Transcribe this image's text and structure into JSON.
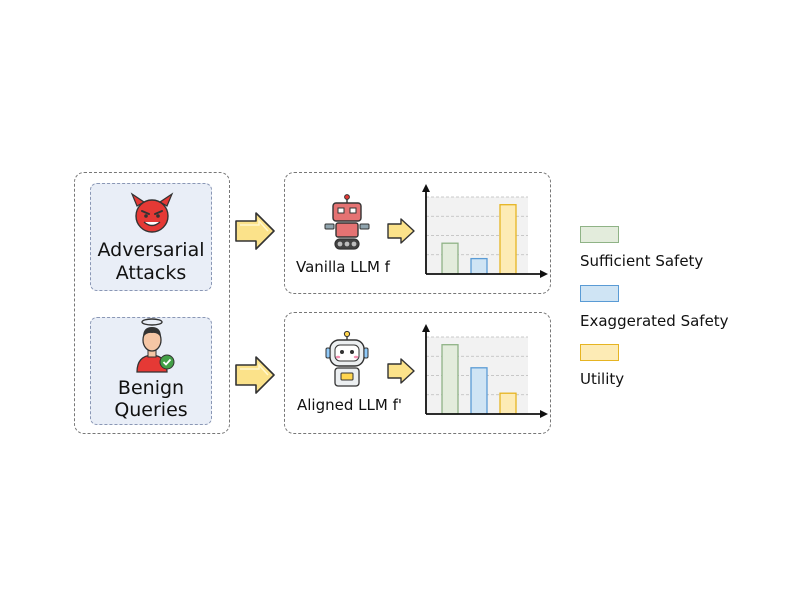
{
  "inputs": {
    "adversarial": {
      "line1": "Adversarial",
      "line2": "Attacks",
      "icon": "devil-face-icon"
    },
    "benign": {
      "line1": "Benign",
      "line2": "Queries",
      "icon": "person-halo-check-icon"
    }
  },
  "models": {
    "vanilla": {
      "label": "Vanilla LLM f",
      "icon": "red-robot-icon"
    },
    "aligned": {
      "label": "Aligned LLM f'",
      "icon": "white-robot-icon"
    }
  },
  "legend": [
    {
      "label": "Sufficient Safety",
      "fill": "#e3ecdc",
      "stroke": "#8fb386"
    },
    {
      "label": "Exaggerated Safety",
      "fill": "#cfe4f4",
      "stroke": "#5a9bd5"
    },
    {
      "label": "Utility",
      "fill": "#fdebb5",
      "stroke": "#e6b422"
    }
  ],
  "chart_data": [
    {
      "type": "bar",
      "categories": [
        "Sufficient Safety",
        "Exaggerated Safety",
        "Utility"
      ],
      "values": [
        0.4,
        0.2,
        0.9
      ],
      "ylim": [
        0,
        1
      ]
    },
    {
      "type": "bar",
      "categories": [
        "Sufficient Safety",
        "Exaggerated Safety",
        "Utility"
      ],
      "values": [
        0.9,
        0.6,
        0.27
      ],
      "ylim": [
        0,
        1
      ]
    }
  ],
  "colors": {
    "arrow_fill": "#fbe28a",
    "arrow_stroke": "#333333",
    "card_bg": "#e9eef7"
  }
}
